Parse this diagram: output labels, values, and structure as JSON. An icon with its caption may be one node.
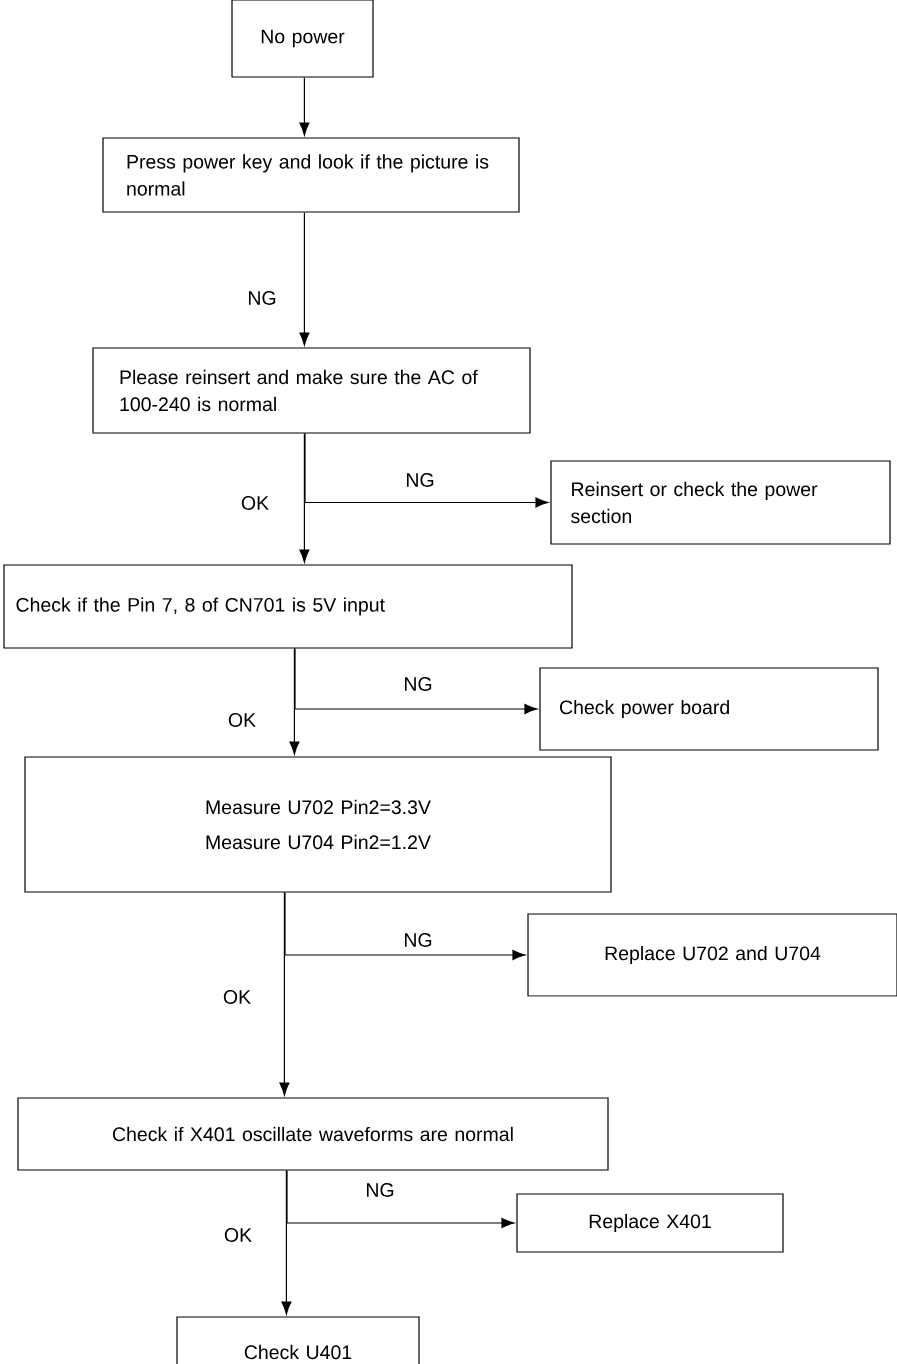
{
  "diagram": {
    "nodes": [
      {
        "text": [
          "No power"
        ]
      },
      {
        "text": [
          "Press power key and look if the picture is normal"
        ]
      },
      {
        "text": [
          "Please reinsert and make sure the AC of 100-240 is normal"
        ]
      },
      {
        "text": [
          "Reinsert or check the power section"
        ]
      },
      {
        "text": [
          "Check if the Pin 7, 8 of CN701 is 5V input"
        ]
      },
      {
        "text": [
          "Check power board"
        ]
      },
      {
        "text": [
          "Measure U702 Pin2=3.3V",
          "Measure U704 Pin2=1.2V"
        ]
      },
      {
        "text": [
          "Replace U702 and U704"
        ]
      },
      {
        "text": [
          "Check if X401 oscillate waveforms are normal"
        ]
      },
      {
        "text": [
          "Replace X401"
        ]
      },
      {
        "text": [
          "Check U401"
        ]
      }
    ],
    "edges": [
      {
        "from": 0,
        "to": 1,
        "arrow": "to"
      },
      {
        "from": 1,
        "to": 2,
        "arrow": "to",
        "label": "NG"
      },
      {
        "from": 2,
        "to": 4,
        "arrow": "to",
        "label": "OK"
      },
      {
        "from": 2,
        "to": 3,
        "arrow": "to",
        "label": "NG"
      },
      {
        "from": 4,
        "to": 6,
        "arrow": "to",
        "label": "OK"
      },
      {
        "from": 4,
        "to": 5,
        "arrow": "to",
        "label": "NG"
      },
      {
        "from": 6,
        "to": 8,
        "arrow": "to",
        "label": "OK"
      },
      {
        "from": 6,
        "to": 7,
        "arrow": "to",
        "label": "NG"
      },
      {
        "from": 8,
        "to": 10,
        "arrow": "to",
        "label": "OK"
      },
      {
        "from": 8,
        "to": 9,
        "arrow": "to",
        "label": "NG"
      }
    ]
  }
}
